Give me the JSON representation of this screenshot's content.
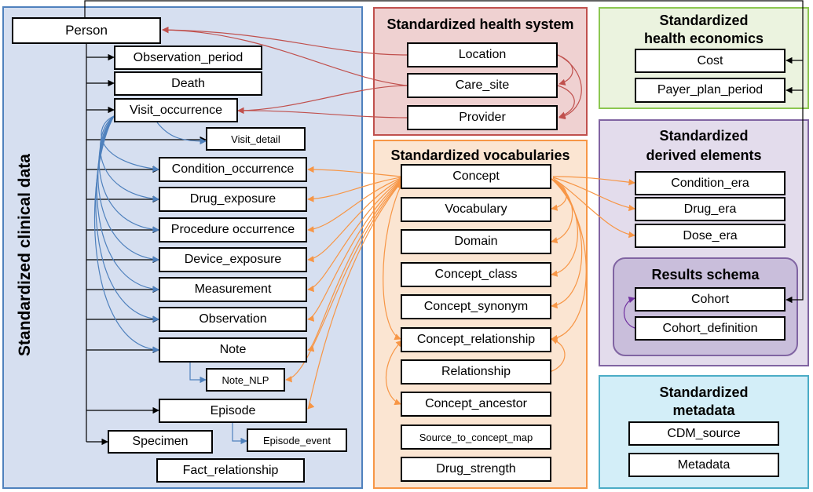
{
  "colors": {
    "clinical_fill": "#d6dff0",
    "clinical_border": "#4f81bd",
    "health_fill": "#efd1d1",
    "health_border": "#c0504d",
    "economics_fill": "#ebf3df",
    "economics_border": "#8cc751",
    "vocab_fill": "#fbe5d2",
    "vocab_border": "#f79646",
    "derived_fill": "#e3dcec",
    "derived_border": "#8064a2",
    "results_fill": "#c9bedb",
    "metadata_fill": "#d3eef8",
    "metadata_border": "#4bacc6",
    "blue_link": "#4f81bd",
    "red_link": "#c0504d",
    "orange_link": "#f79646",
    "purple_link": "#7030a0",
    "black_link": "#000000"
  },
  "clinical": {
    "title": "Standardized clinical data",
    "tables": {
      "person": "Person",
      "observation_period": "Observation_period",
      "death": "Death",
      "visit_occurrence": "Visit_occurrence",
      "visit_detail": "Visit_detail",
      "condition_occurrence": "Condition_occurrence",
      "drug_exposure": "Drug_exposure",
      "procedure_occurrence": "Procedure occurrence",
      "device_exposure": "Device_exposure",
      "measurement": "Measurement",
      "observation": "Observation",
      "note": "Note",
      "note_nlp": "Note_NLP",
      "episode": "Episode",
      "episode_event": "Episode_event",
      "specimen": "Specimen",
      "fact_relationship": "Fact_relationship"
    }
  },
  "health_system": {
    "title": "Standardized health system",
    "tables": {
      "location": "Location",
      "care_site": "Care_site",
      "provider": "Provider"
    }
  },
  "health_economics": {
    "title_line1": "Standardized",
    "title_line2": "health economics",
    "tables": {
      "cost": "Cost",
      "payer_plan_period": "Payer_plan_period"
    }
  },
  "vocabularies": {
    "title": "Standardized vocabularies",
    "tables": {
      "concept": "Concept",
      "vocabulary": "Vocabulary",
      "domain": "Domain",
      "concept_class": "Concept_class",
      "concept_synonym": "Concept_synonym",
      "concept_relationship": "Concept_relationship",
      "relationship": "Relationship",
      "concept_ancestor": "Concept_ancestor",
      "source_to_concept_map": "Source_to_concept_map",
      "drug_strength": "Drug_strength"
    }
  },
  "derived": {
    "title_line1": "Standardized",
    "title_line2": "derived elements",
    "tables": {
      "condition_era": "Condition_era",
      "drug_era": "Drug_era",
      "dose_era": "Dose_era"
    }
  },
  "results": {
    "title": "Results schema",
    "tables": {
      "cohort": "Cohort",
      "cohort_definition": "Cohort_definition"
    }
  },
  "metadata": {
    "title_line1": "Standardized",
    "title_line2": "metadata",
    "tables": {
      "cdm_source": "CDM_source",
      "metadata": "Metadata"
    }
  }
}
